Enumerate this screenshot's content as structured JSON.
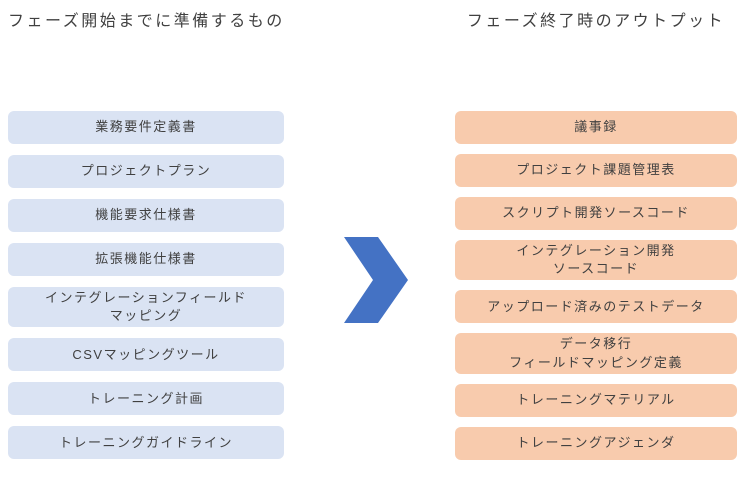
{
  "diagram": {
    "left": {
      "title": "フェーズ開始までに準備するもの",
      "items": [
        "業務要件定義書",
        "プロジェクトプラン",
        "機能要求仕様書",
        "拡張機能仕様書",
        "インテグレーションフィールド\nマッピング",
        "CSVマッピングツール",
        "トレーニング計画",
        "トレーニングガイドライン"
      ]
    },
    "right": {
      "title": "フェーズ終了時のアウトプット",
      "items": [
        "議事録",
        "プロジェクト課題管理表",
        "スクリプト開発ソースコード",
        "インテグレーション開発\nソースコード",
        "アップロード済みのテストデータ",
        "データ移行\nフィールドマッピング定義",
        "トレーニングマテリアル",
        "トレーニングアジェンダ"
      ]
    },
    "colors": {
      "left_box": "#dae3f3",
      "right_box": "#f8cbad",
      "arrow": "#4472c4",
      "text": "#404040"
    }
  }
}
